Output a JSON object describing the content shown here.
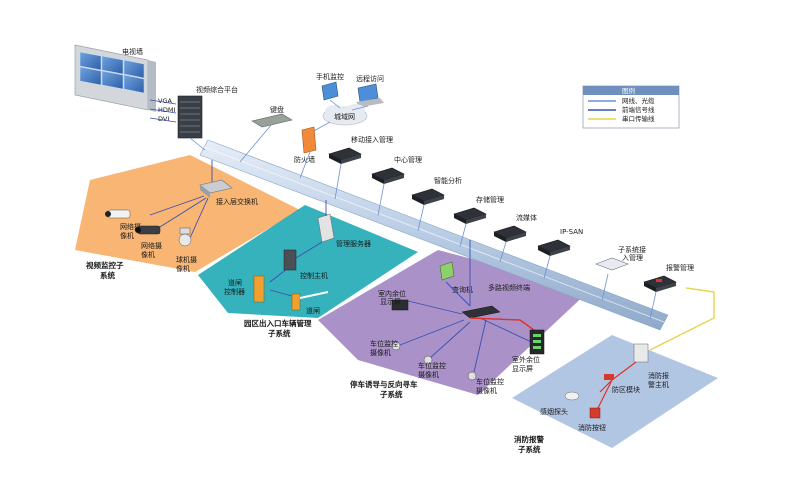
{
  "labels": {
    "video_wall": "电视墙",
    "vga": "VGA",
    "hdmi": "HDMI",
    "dvi": "DVI",
    "platform": "视频综合平台",
    "keyboard": "键盘",
    "mobile_monitor": "手机监控",
    "remote_access": "远程访问",
    "wan": "城域网",
    "firewall": "防火墙",
    "access_switch": "接入层交换机",
    "net_camera_1a": "网络摄",
    "net_camera_1b": "像机",
    "net_camera_2a": "网络摄",
    "net_camera_2b": "像机",
    "ptz_camera_a": "球机摄",
    "ptz_camera_b": "像机",
    "mgmt_server": "管理服务器",
    "control_host": "控制主机",
    "gate_controller_a": "道闸",
    "gate_controller_b": "控制器",
    "barrier": "道闸",
    "query_machine": "查询机",
    "indoor_display_a": "室内余位",
    "indoor_display_b": "显示屏",
    "multi_video_terminal": "多路视频终端",
    "outdoor_display_a": "室外余位",
    "outdoor_display_b": "显示屏",
    "space_cam_1a": "车位监控",
    "space_cam_1b": "摄像机",
    "space_cam_2a": "车位监控",
    "space_cam_2b": "摄像机",
    "space_cam_3a": "车位监控",
    "space_cam_3b": "摄像机",
    "fire_host_a": "消防报",
    "fire_host_b": "警主机",
    "zone_module": "防区模块",
    "smoke_detector": "感烟探头",
    "fire_button": "消防按钮"
  },
  "server_chain": [
    {
      "label": "移动接入管理"
    },
    {
      "label": "中心管理"
    },
    {
      "label": "智能分析"
    },
    {
      "label": "存储管理"
    },
    {
      "label": "流媒体"
    },
    {
      "label": "IP-SAN"
    },
    {
      "label": "子系统接"
    },
    {
      "label": "报警管理"
    }
  ],
  "server_chain_extra": "入管理",
  "subsystems": {
    "video": {
      "line1": "视频监控子",
      "line2": "系统",
      "color": "#f7a85a"
    },
    "parking_gate": {
      "line1": "园区出入口车辆管理",
      "line2": "子系统",
      "color": "#1faab5"
    },
    "parking_guide": {
      "line1": "停车诱导与反向寻车",
      "line2": "子系统",
      "color": "#9b7fbf"
    },
    "fire": {
      "line1": "消防报警",
      "line2": "子系统",
      "color": "#a9c0e0"
    }
  },
  "legend": {
    "title": "图例",
    "items": [
      {
        "label": "网线、光缆",
        "color": "#6d8fd6"
      },
      {
        "label": "前端信号线",
        "color": "#3a50b0"
      },
      {
        "label": "串口传输线",
        "color": "#e8d34a"
      }
    ]
  },
  "colors": {
    "backbone": "#c7d7ea",
    "network_line": "#6d8fd6",
    "signal_line": "#3a50b0",
    "serial_line": "#e8d34a",
    "red_line": "#e0312b",
    "device_dark": "#2e3238"
  }
}
